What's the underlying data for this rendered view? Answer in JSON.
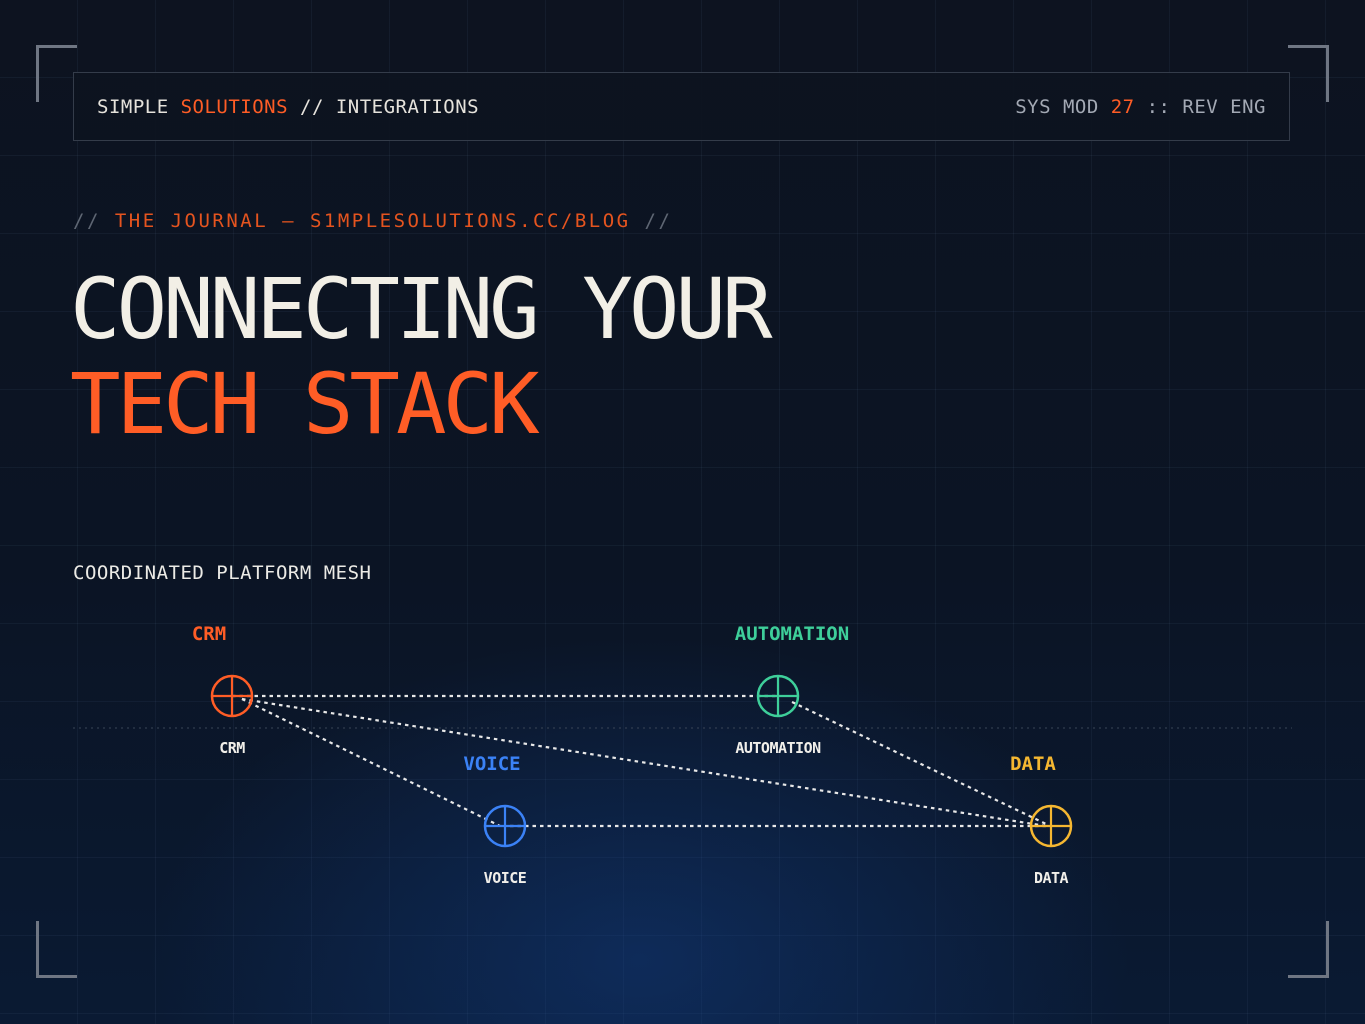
{
  "header": {
    "brand_primary": "SIMPLE",
    "brand_accent": "SOLUTIONS",
    "brand_separator": "//",
    "brand_section": "INTEGRATIONS",
    "sys_label": "SYS MOD",
    "sys_number": "27",
    "sys_separator": "::",
    "sys_rev": "REV ENG"
  },
  "kicker": {
    "slash_open": "//",
    "text": "THE JOURNAL — S1MPLESOLUTIONS.CC/BLOG",
    "slash_close": "//"
  },
  "title": {
    "line1": "CONNECTING YOUR",
    "line2": "TECH STACK"
  },
  "mesh": {
    "label": "COORDINATED PLATFORM MESH",
    "nodes": [
      {
        "id": "crm",
        "top_label": "CRM",
        "bottom_label": "CRM",
        "color": "#ff5d26"
      },
      {
        "id": "automation",
        "top_label": "AUTOMATION",
        "bottom_label": "AUTOMATION",
        "color": "#3ecf9a"
      },
      {
        "id": "voice",
        "top_label": "VOICE",
        "bottom_label": "VOICE",
        "color": "#3b82f6"
      },
      {
        "id": "data",
        "top_label": "DATA",
        "bottom_label": "DATA",
        "color": "#f5b731"
      }
    ],
    "links": [
      [
        "crm",
        "automation"
      ],
      [
        "crm",
        "voice"
      ],
      [
        "crm",
        "data"
      ],
      [
        "automation",
        "data"
      ],
      [
        "voice",
        "data"
      ]
    ],
    "link_color": "#e8e8e8"
  },
  "colors": {
    "accent": "#ff5d26",
    "background": "#0b1220"
  }
}
